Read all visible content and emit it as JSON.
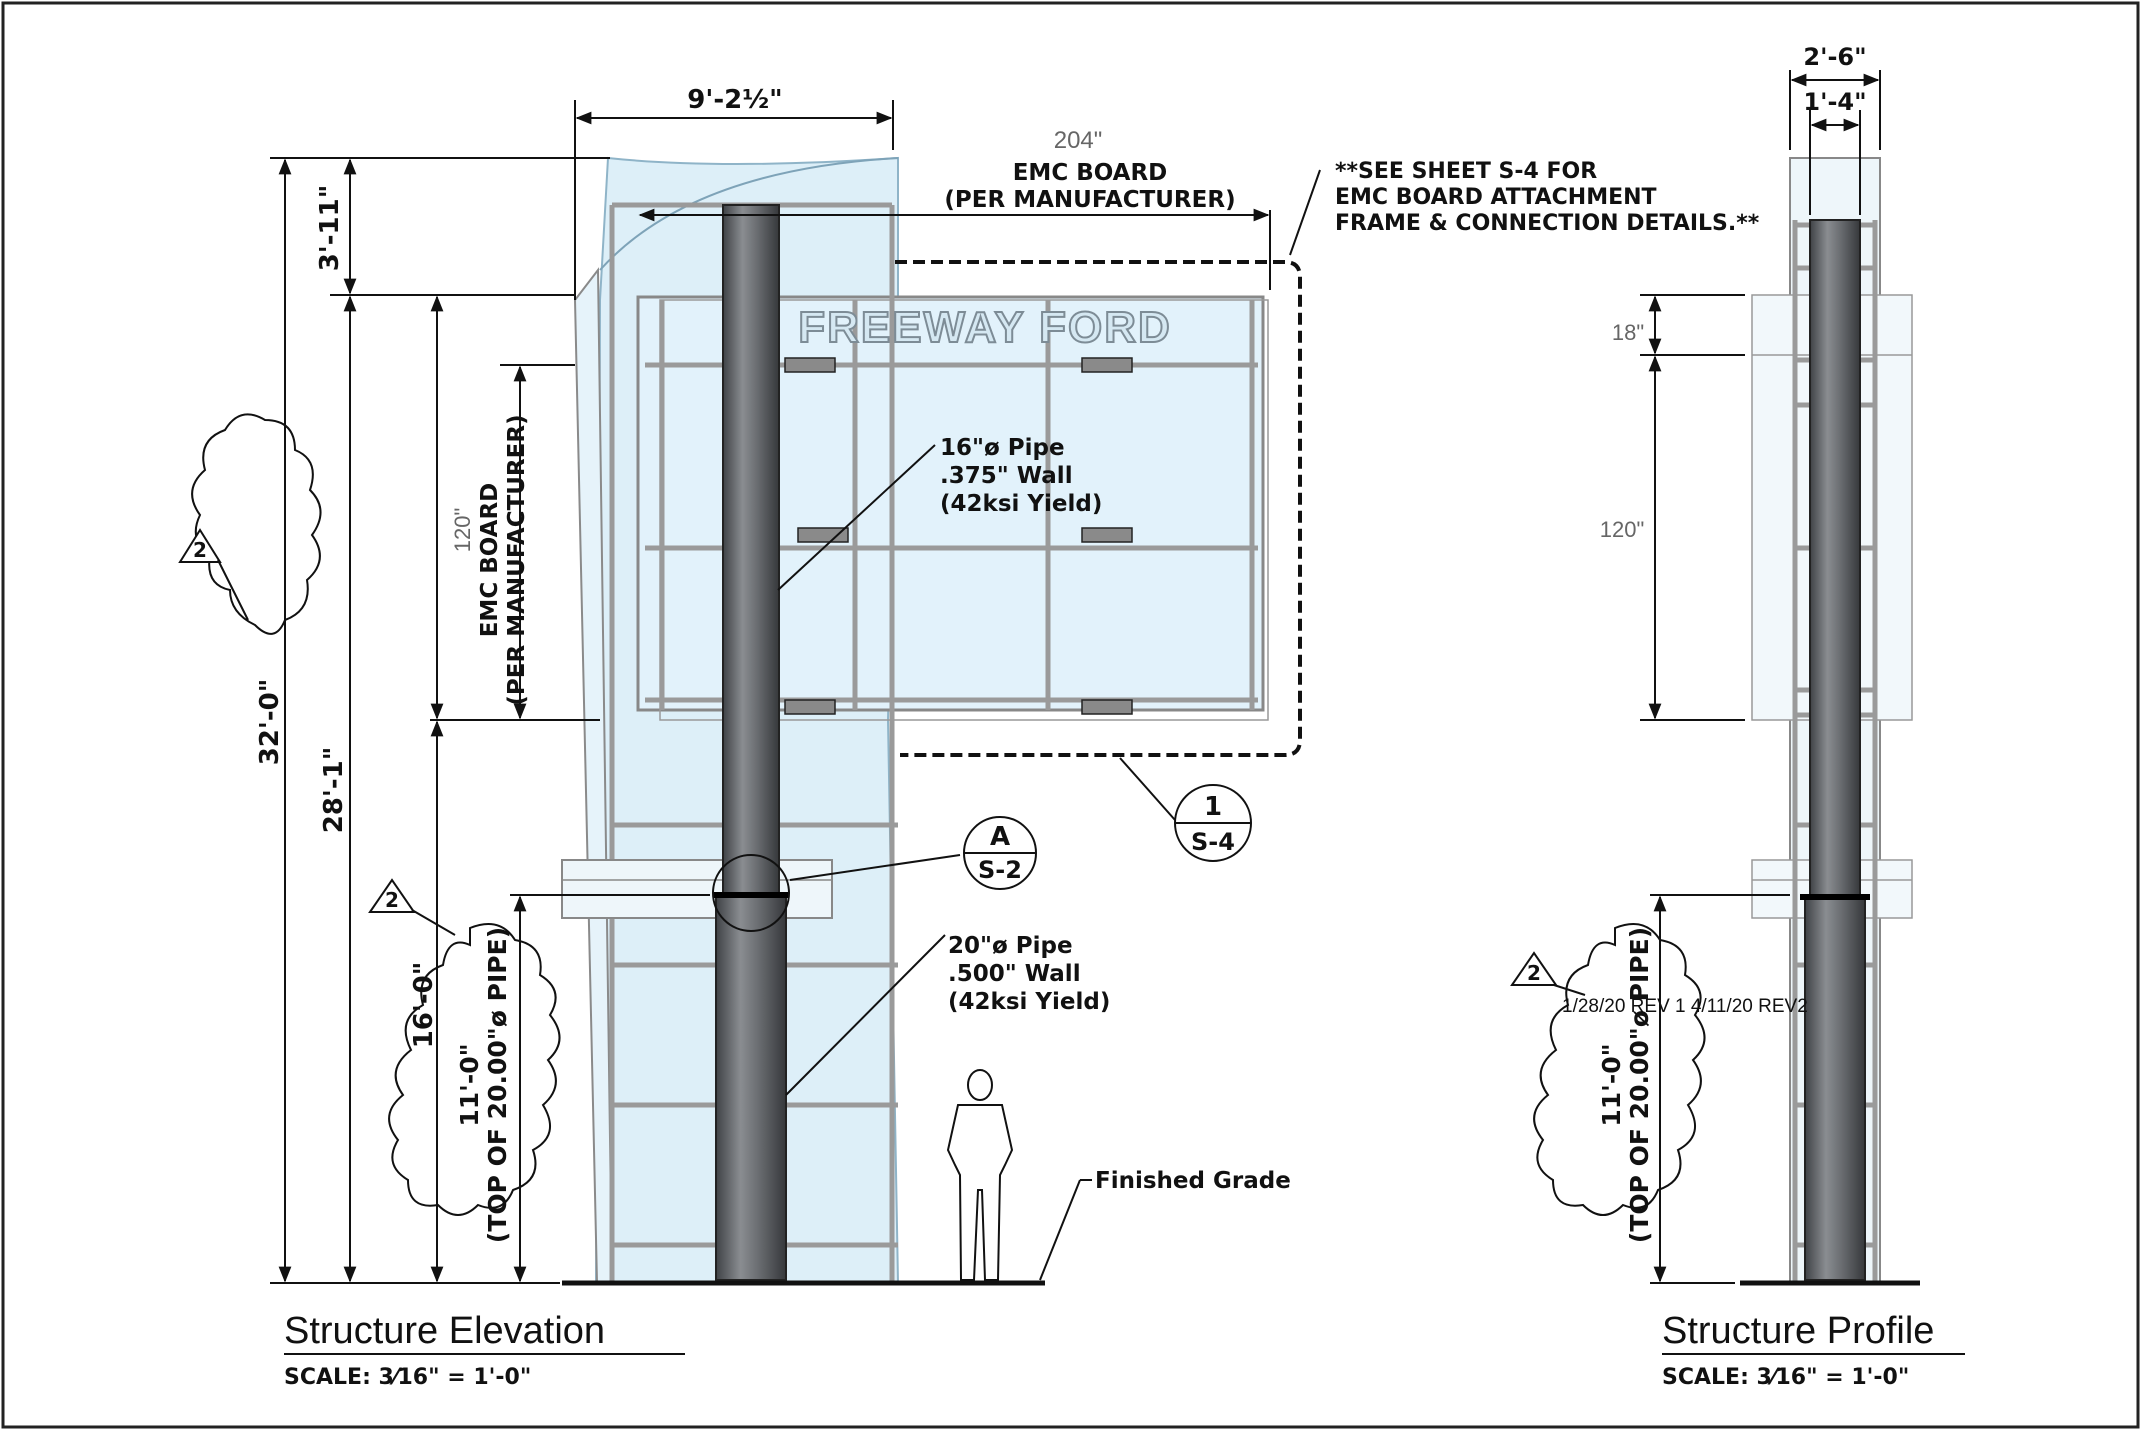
{
  "elevation": {
    "title": "Structure Elevation",
    "scale": "SCALE:  3⁄16\" = 1'-0\"",
    "dims": {
      "top_width": "9'-2½\"",
      "board_width_value": "204\"",
      "board_width_label_1": "EMC BOARD",
      "board_width_label_2": "(PER MANUFACTURER)",
      "top_height": "3'-11\"",
      "board_height_value": "120\"",
      "board_height_label_1": "EMC BOARD",
      "board_height_label_2": "(PER MANUFACTURER)",
      "overall_height": "28'-1\"",
      "overall_height_rev": "32'-0\"",
      "lower_height": "16'-0\"",
      "pipe_top_1": "11'-0\"",
      "pipe_top_2": "(TOP OF 20.00\"ø PIPE)"
    },
    "note_lines": [
      "**SEE SHEET S-4 FOR",
      "EMC BOARD ATTACHMENT",
      "FRAME & CONNECTION DETAILS.**"
    ],
    "sign_text": "FREEWAY FORD",
    "pipe16_lines": [
      "16\"ø Pipe",
      ".375\" Wall",
      "(42ksi Yield)"
    ],
    "pipe20_lines": [
      "20\"ø Pipe",
      ".500\" Wall",
      "(42ksi Yield)"
    ],
    "finished_grade": "Finished Grade",
    "callout_a_top": "A",
    "callout_a_bottom": "S-2",
    "callout_1_top": "1",
    "callout_1_bottom": "S-4",
    "rev_tag": "2"
  },
  "profile": {
    "title": "Structure Profile",
    "scale": "SCALE:  3⁄16\" = 1'-0\"",
    "dims": {
      "outer_width": "2'-6\"",
      "inner_width": "1'-4\"",
      "cabinet_top": "18\"",
      "board_height": "120\"",
      "pipe_top_1": "11'-0\"",
      "pipe_top_2": "(TOP OF 20.00\"ø PIPE)"
    },
    "rev_note": "1/28/20 REV 1  4/11/20 REV2",
    "rev_tag": "2"
  },
  "colors": {
    "glass": "#ddeff8",
    "glass_stroke": "#8fb4c8",
    "pipe": "#5f6266",
    "frame": "#9a9a9a",
    "ink": "#111111"
  }
}
